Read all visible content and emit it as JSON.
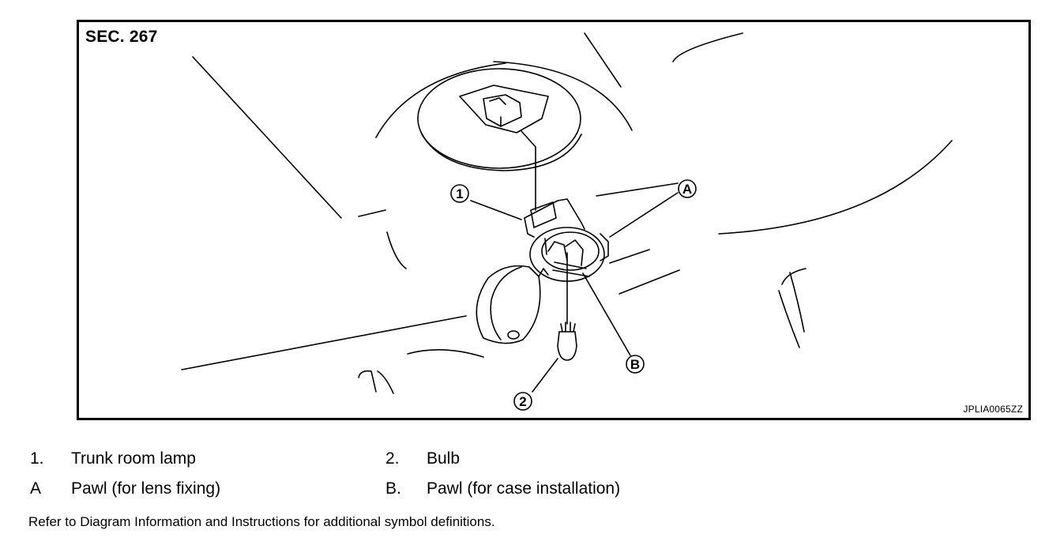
{
  "figure": {
    "section": "SEC. 267",
    "figure_id": "JPLIA0065ZZ",
    "callouts": [
      "1",
      "2",
      "A",
      "B"
    ]
  },
  "legend": [
    {
      "key": "1.",
      "text": "Trunk room lamp"
    },
    {
      "key": "2.",
      "text": "Bulb"
    },
    {
      "key": "A",
      "text": "Pawl (for lens fixing)"
    },
    {
      "key": "B.",
      "text": "Pawl (for case installation)"
    }
  ],
  "note": "Refer to Diagram Information and Instructions for additional symbol definitions."
}
